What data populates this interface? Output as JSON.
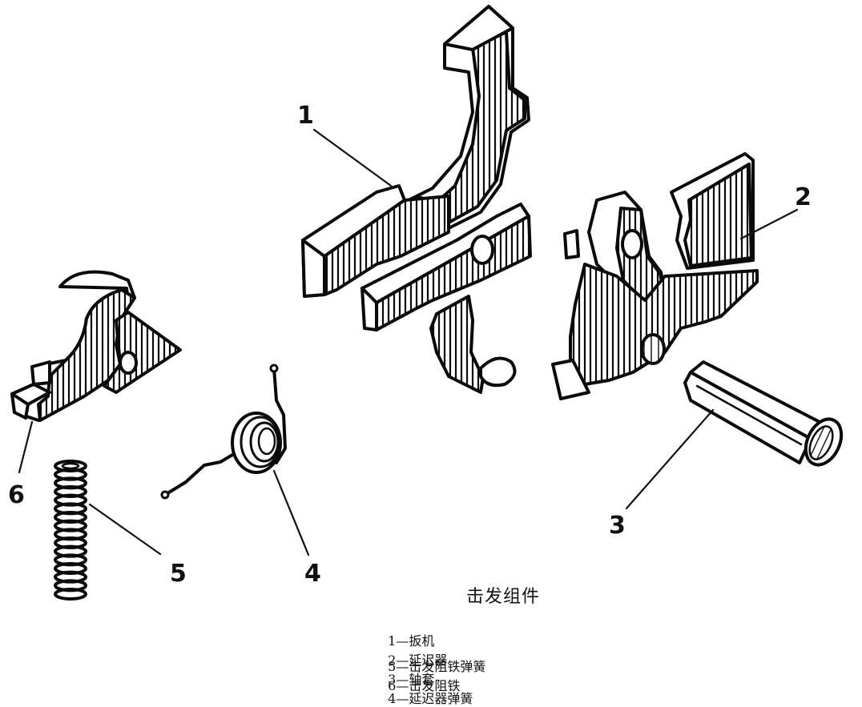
{
  "figure": {
    "title": "击发组件",
    "callouts": [
      {
        "number": "1",
        "part": "扳机"
      },
      {
        "number": "2",
        "part": "延迟器"
      },
      {
        "number": "3",
        "part": "轴套"
      },
      {
        "number": "4",
        "part": "延迟器弹簧"
      },
      {
        "number": "5",
        "part": "击发阻铁弹簧"
      },
      {
        "number": "6",
        "part": "击发阻铁"
      }
    ],
    "legend": {
      "row1": [
        "1—扳机",
        "2—延迟器",
        "3—轴套",
        "4—延迟器弹簧"
      ],
      "row2": [
        "5—击发阻铁弹簧",
        "6—击发阻铁"
      ]
    },
    "style": {
      "ink_color": "#0a0a0a",
      "background": "#ffffff"
    }
  }
}
